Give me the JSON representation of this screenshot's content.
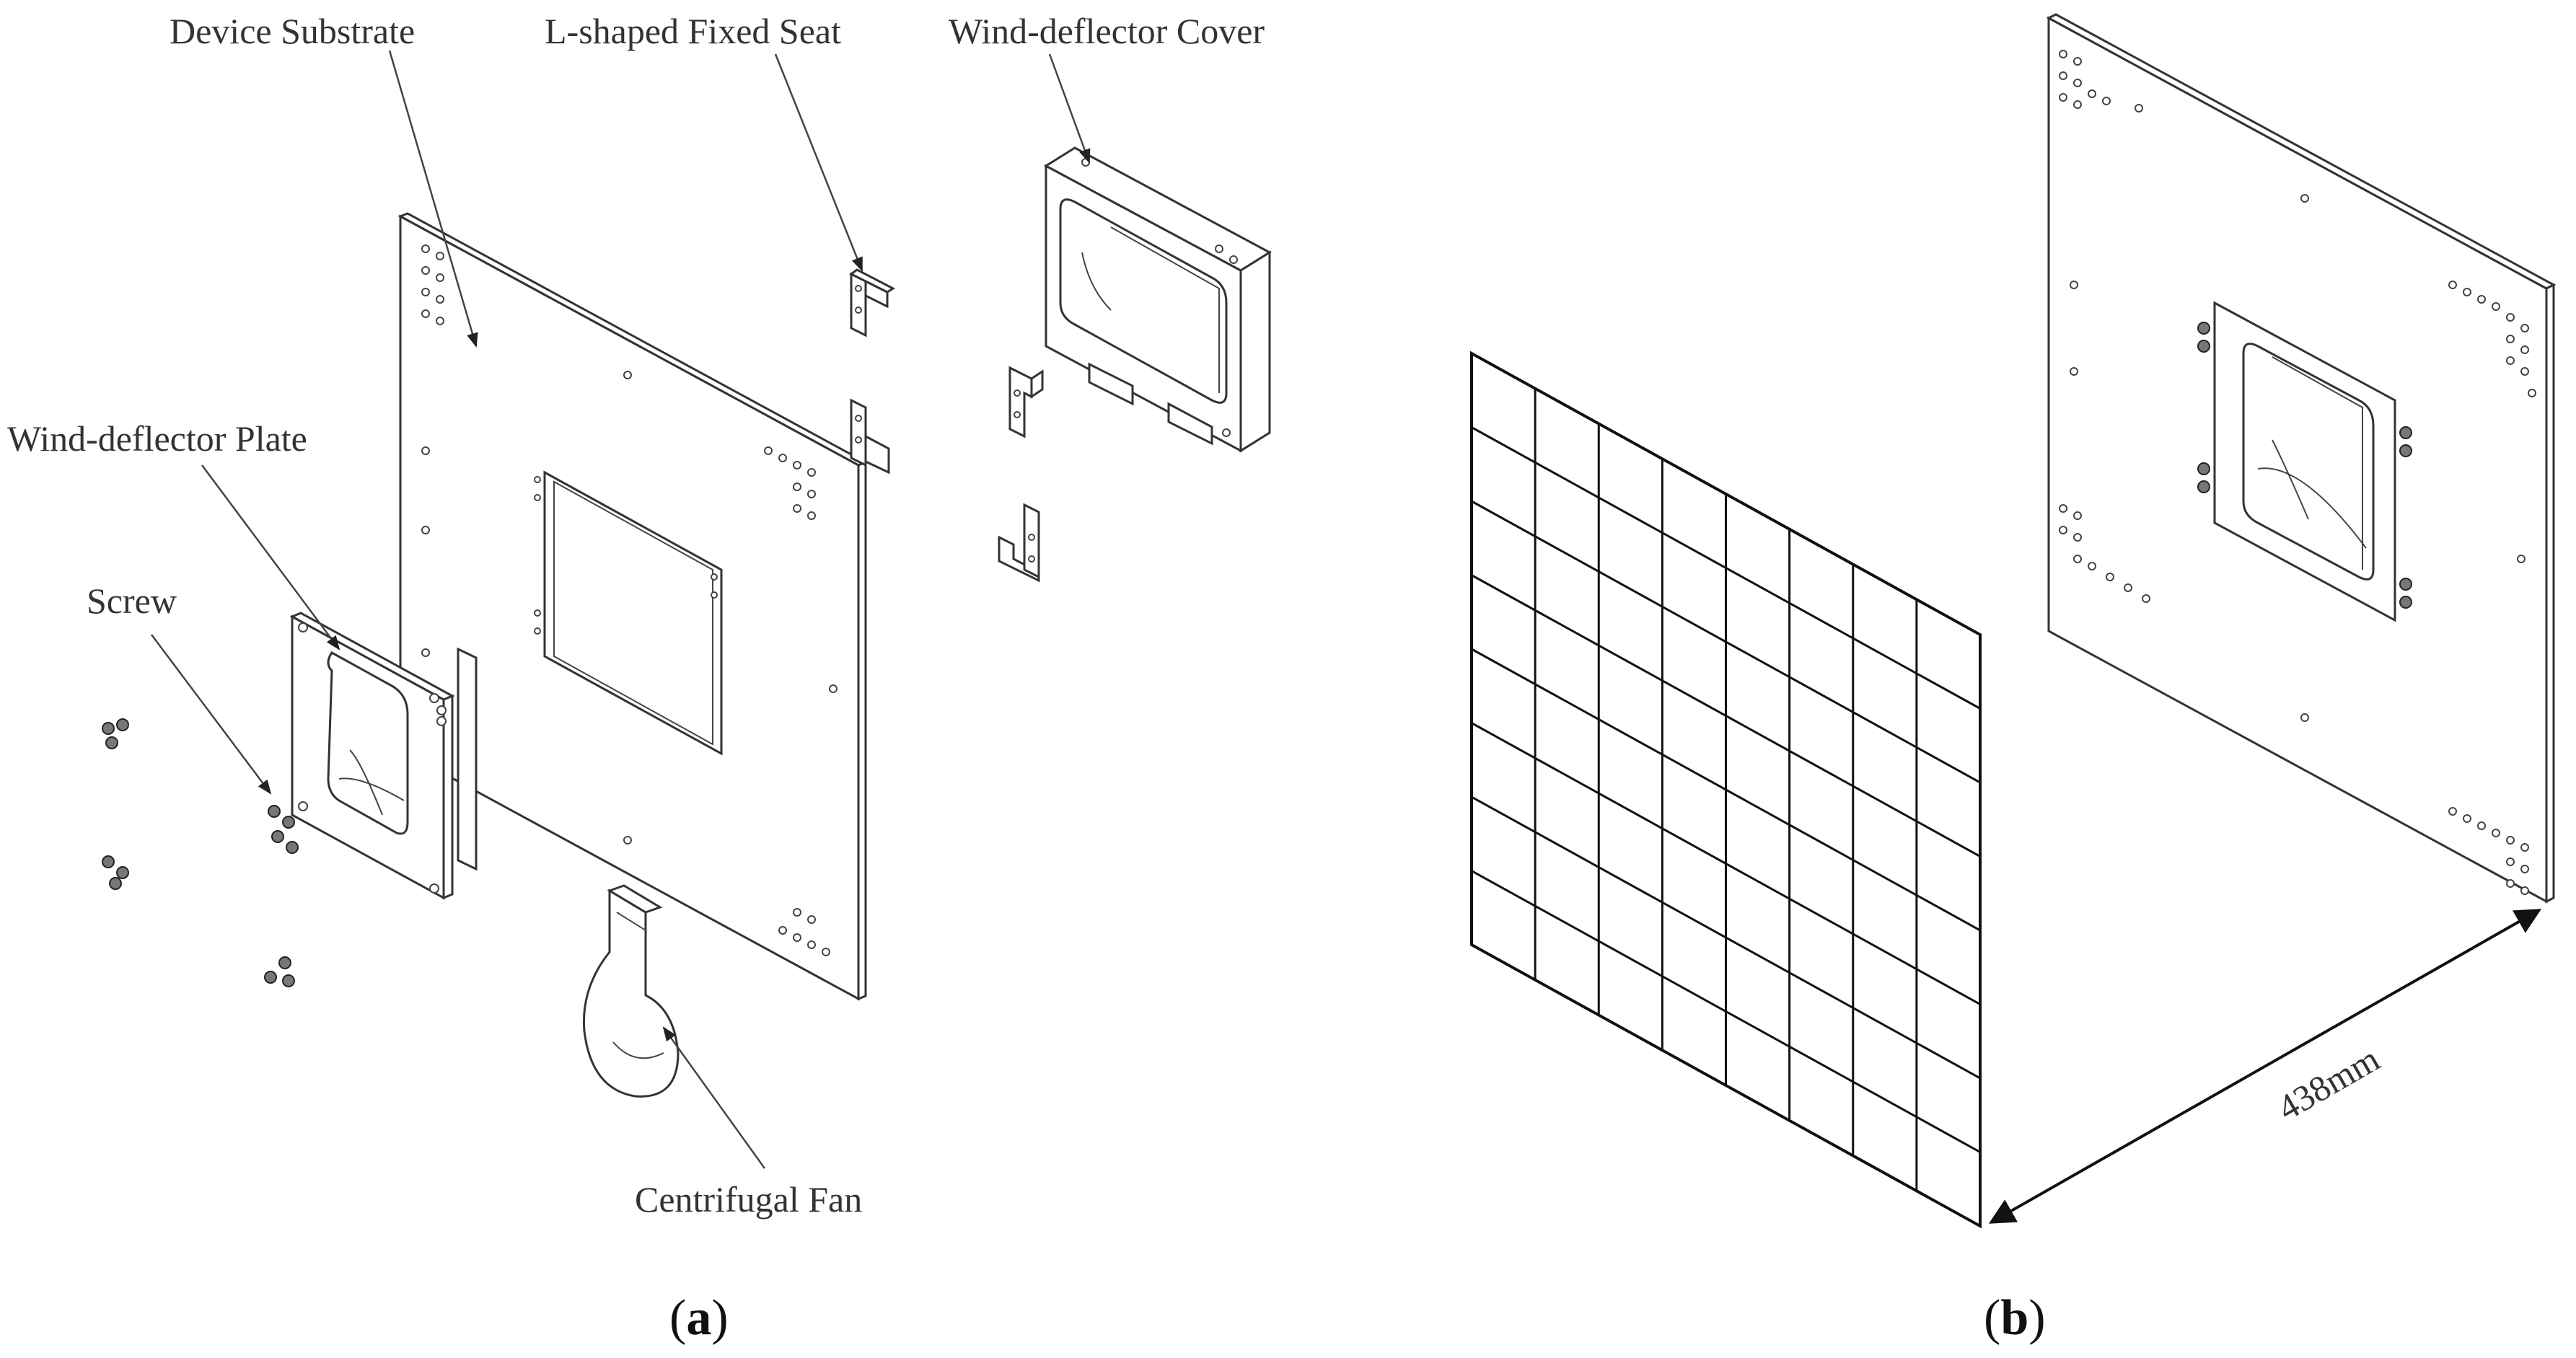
{
  "panel_a": {
    "labels": {
      "device_substrate": "Device Substrate",
      "l_shaped_fixed_seat": "L-shaped Fixed Seat",
      "wind_deflector_cover": "Wind-deflector Cover",
      "wind_deflector_plate": "Wind-deflector Plate",
      "screw": "Screw",
      "centrifugal_fan": "Centrifugal Fan"
    },
    "caption": {
      "open": "(",
      "letter": "a",
      "close": ")"
    }
  },
  "panel_b": {
    "dimension_label": "438mm",
    "grid_rows": 8,
    "grid_cols": 8,
    "caption": {
      "open": "(",
      "letter": "b",
      "close": ")"
    }
  }
}
